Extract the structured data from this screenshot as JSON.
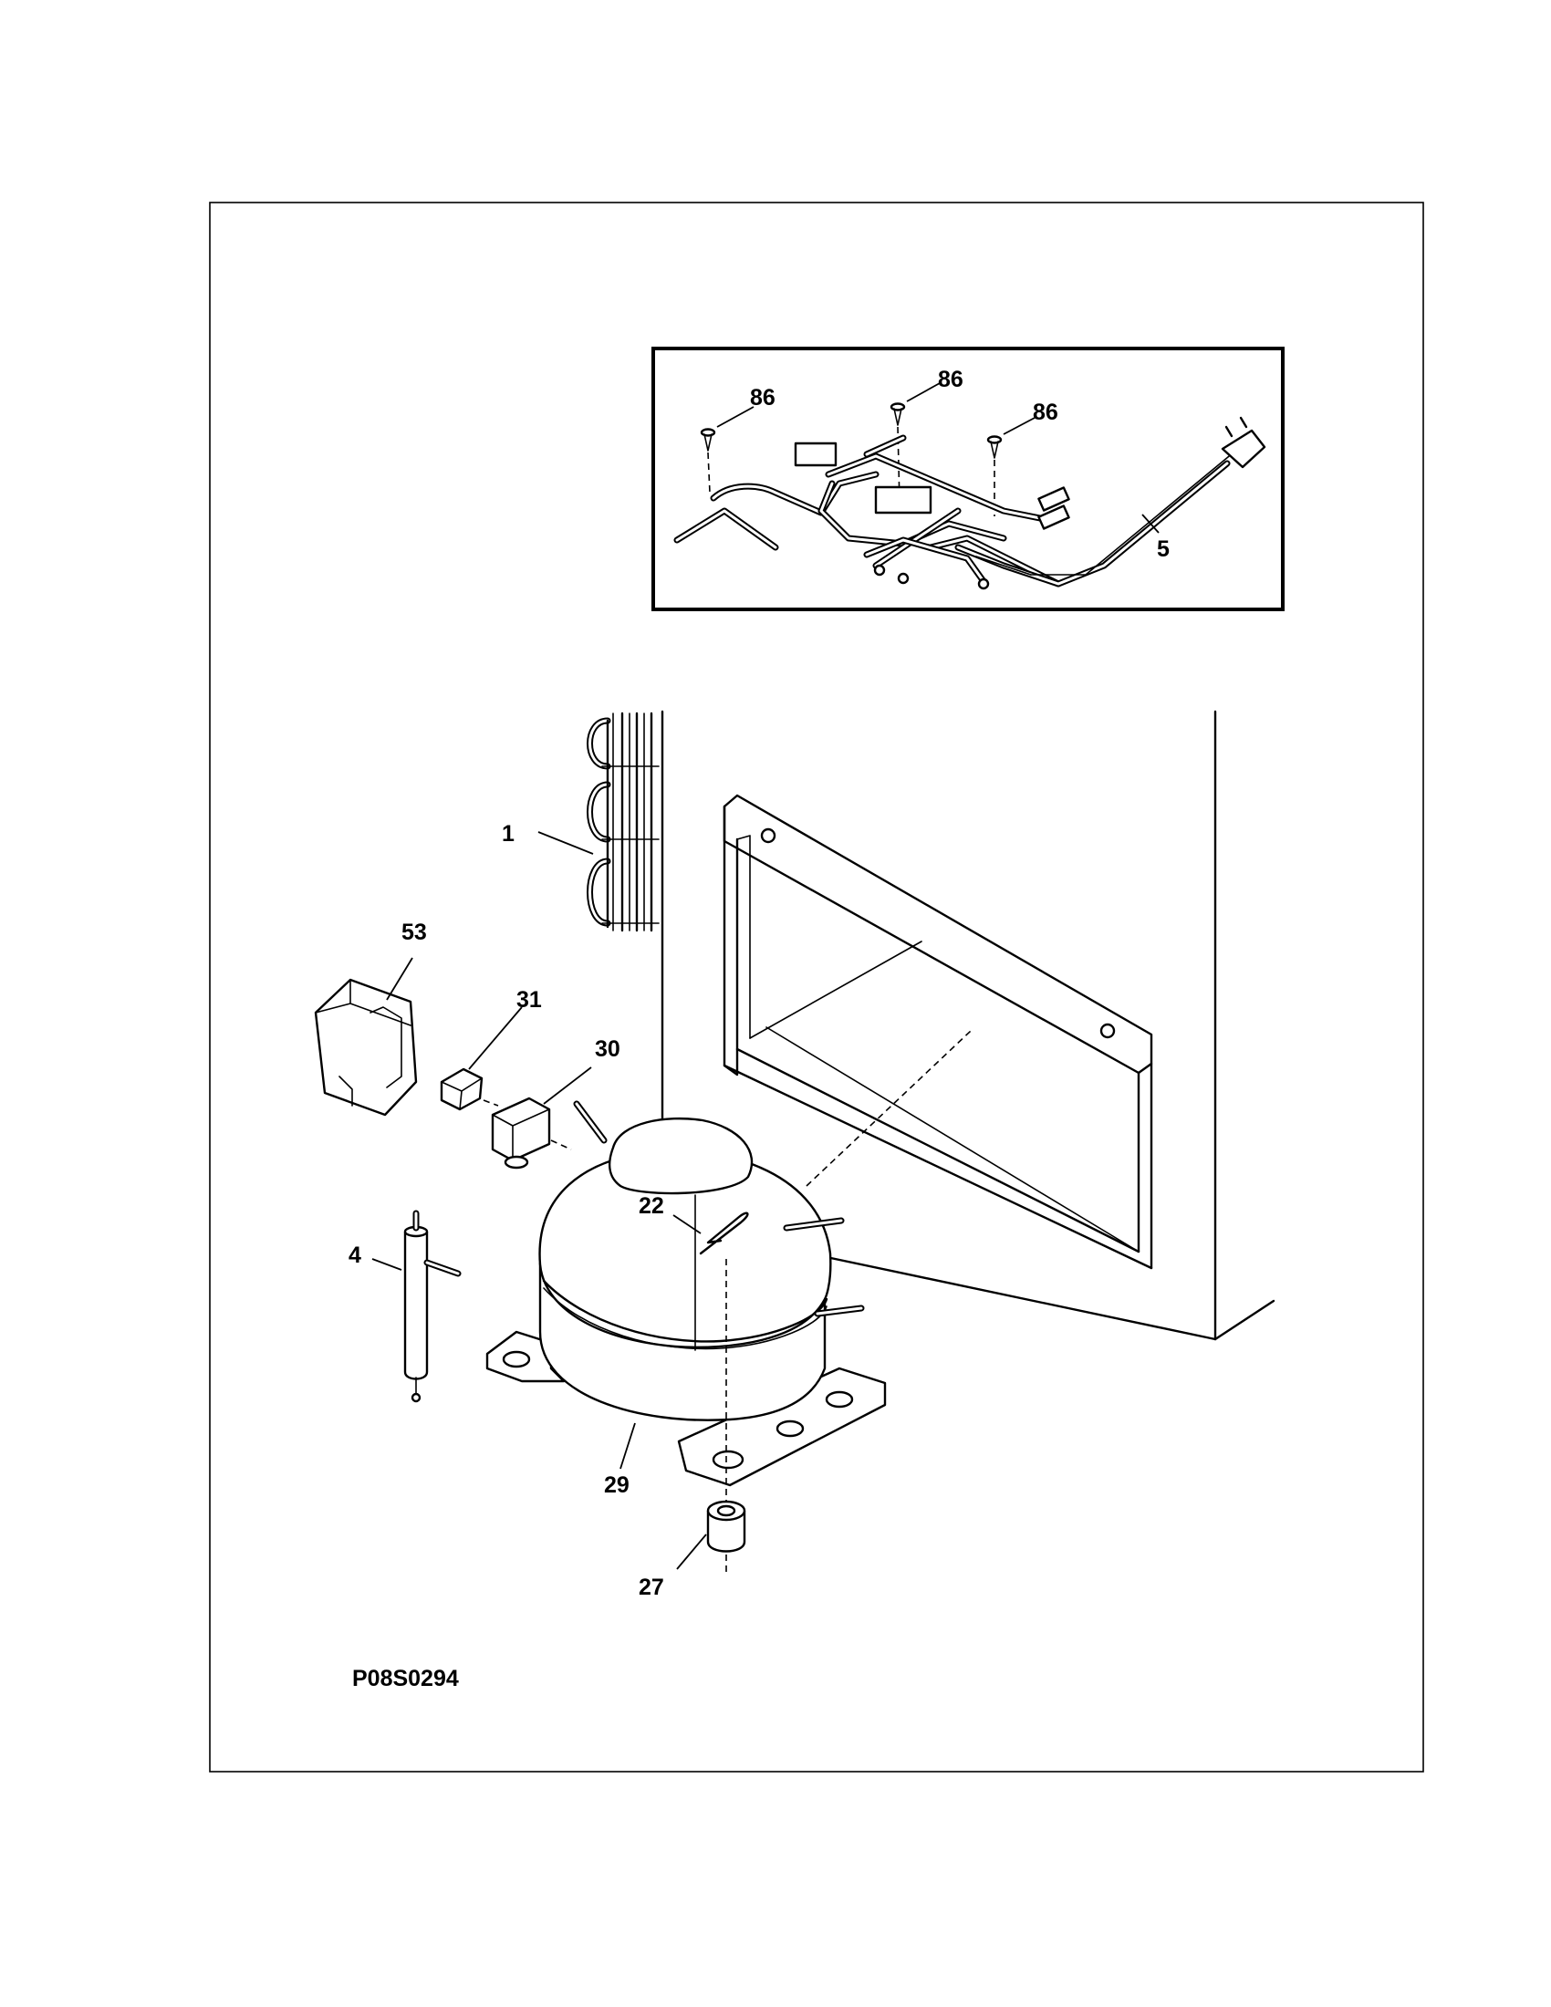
{
  "diagram": {
    "callouts": {
      "screw_a": "86",
      "screw_b": "86",
      "screw_c": "86",
      "power_cord": "5",
      "condenser": "1",
      "relay_cover": "53",
      "overload": "31",
      "relay": "30",
      "clip": "22",
      "drier": "4",
      "compressor": "29",
      "grommet": "27"
    },
    "drawing_id": "P08S0294"
  }
}
